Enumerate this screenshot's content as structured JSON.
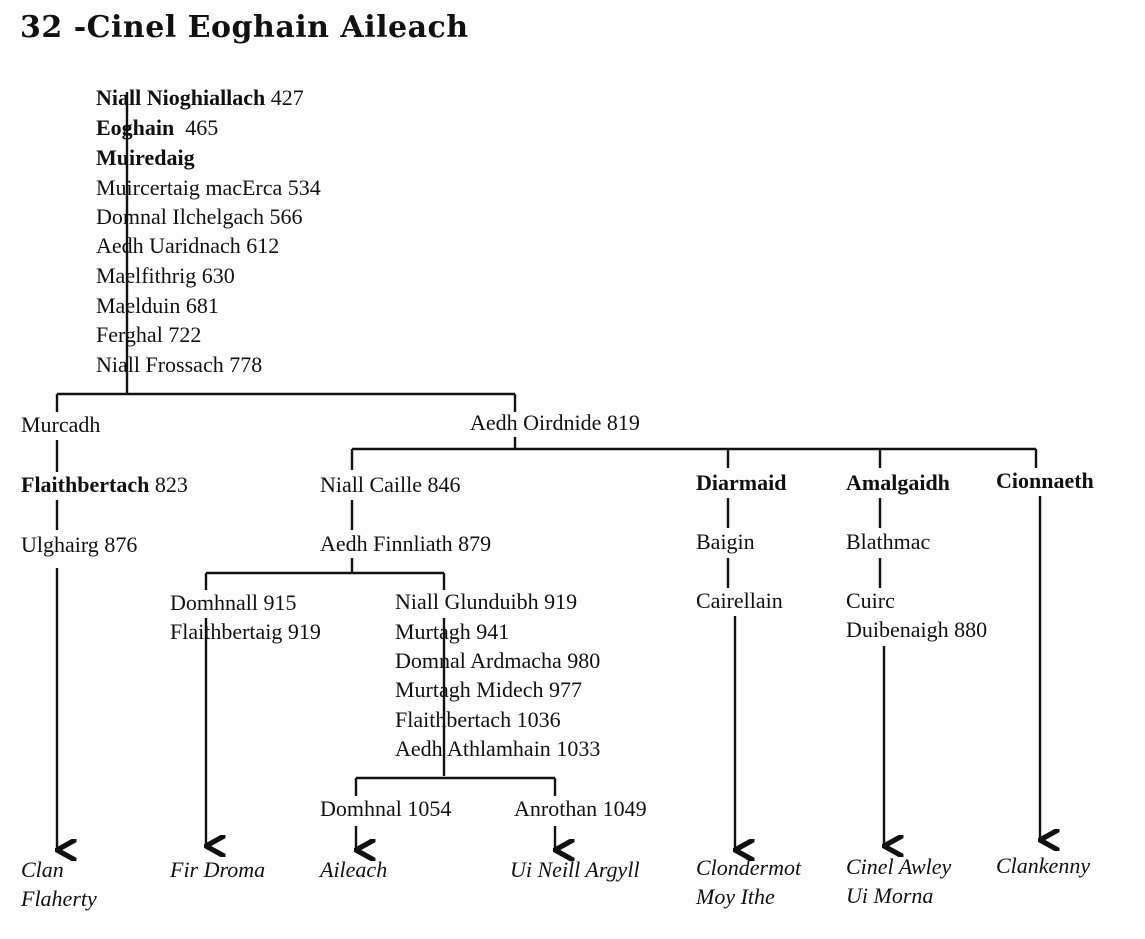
{
  "title": "32 -Cinel Eoghain Aileach",
  "main_line": [
    {
      "name": "Niall Nioghiallach",
      "year": "427",
      "bold": true
    },
    {
      "name": "Eoghain",
      "year": "465",
      "bold": true
    },
    {
      "name": "Muiredaig",
      "year": "",
      "bold": true
    },
    {
      "name": "Muircertaig macErca",
      "year": "534",
      "bold": false
    },
    {
      "name": "Domnal Ilchelgach",
      "year": "566",
      "bold": false
    },
    {
      "name": "Aedh Uaridnach",
      "year": "612",
      "bold": false
    },
    {
      "name": "Maelfithrig",
      "year": "630",
      "bold": false
    },
    {
      "name": "Maelduin",
      "year": "681",
      "bold": false
    },
    {
      "name": "Ferghal",
      "year": "722",
      "bold": false
    },
    {
      "name": "Niall Frossach",
      "year": "778",
      "bold": false
    }
  ],
  "murcadh": {
    "name": "Murcadh"
  },
  "aedh_oirdnide": {
    "name": "Aedh Oirdnide",
    "year": "819"
  },
  "flaithbertach": {
    "name": "Flaithbertach",
    "year": "823"
  },
  "ulghairg": {
    "name": "Ulghairg",
    "year": "876"
  },
  "niall_caille": {
    "name": "Niall Caille",
    "year": "846"
  },
  "aedh_finnliath": {
    "name": "Aedh Finnliath",
    "year": "879"
  },
  "diarmaid": {
    "name": "Diarmaid"
  },
  "amalgaidh": {
    "name": "Amalgaidh"
  },
  "cionnaeth": {
    "name": "Cionnaeth"
  },
  "baigin": {
    "name": "Baigin"
  },
  "cairellain": {
    "name": "Cairellain"
  },
  "blathmac": {
    "name": "Blathmac"
  },
  "cuirc": {
    "name": "Cuirc"
  },
  "duibenaigh": {
    "name": "Duibenaigh",
    "year": "880"
  },
  "domhnall": {
    "name": "Domhnall",
    "year": "915"
  },
  "flaithbertaig": {
    "name": "Flaithbertaig",
    "year": "919"
  },
  "glunduibh_line": [
    {
      "name": "Niall Glunduibh",
      "year": "919"
    },
    {
      "name": "Murtagh",
      "year": "941"
    },
    {
      "name": "Domnal Ardmacha",
      "year": "980"
    },
    {
      "name": "Murtagh Midech",
      "year": "977"
    },
    {
      "name": "Flaithbertach",
      "year": "1036"
    },
    {
      "name": "Aedh Athlamhain",
      "year": "1033"
    }
  ],
  "domhnal_1054": {
    "name": "Domhnal",
    "year": "1054"
  },
  "anrothan": {
    "name": "Anrothan",
    "year": "1049"
  },
  "clans": {
    "clan_flaherty_1": "Clan",
    "clan_flaherty_2": "Flaherty",
    "fir_droma": "Fir Droma",
    "aileach": "Aileach",
    "ui_neill_argyll": "Ui Neill Argyll",
    "clondermot": "Clondermot",
    "moy_ithe": "Moy Ithe",
    "cinel_awley": "Cinel Awley",
    "ui_morna": "Ui Morna",
    "clankenny": "Clankenny"
  }
}
